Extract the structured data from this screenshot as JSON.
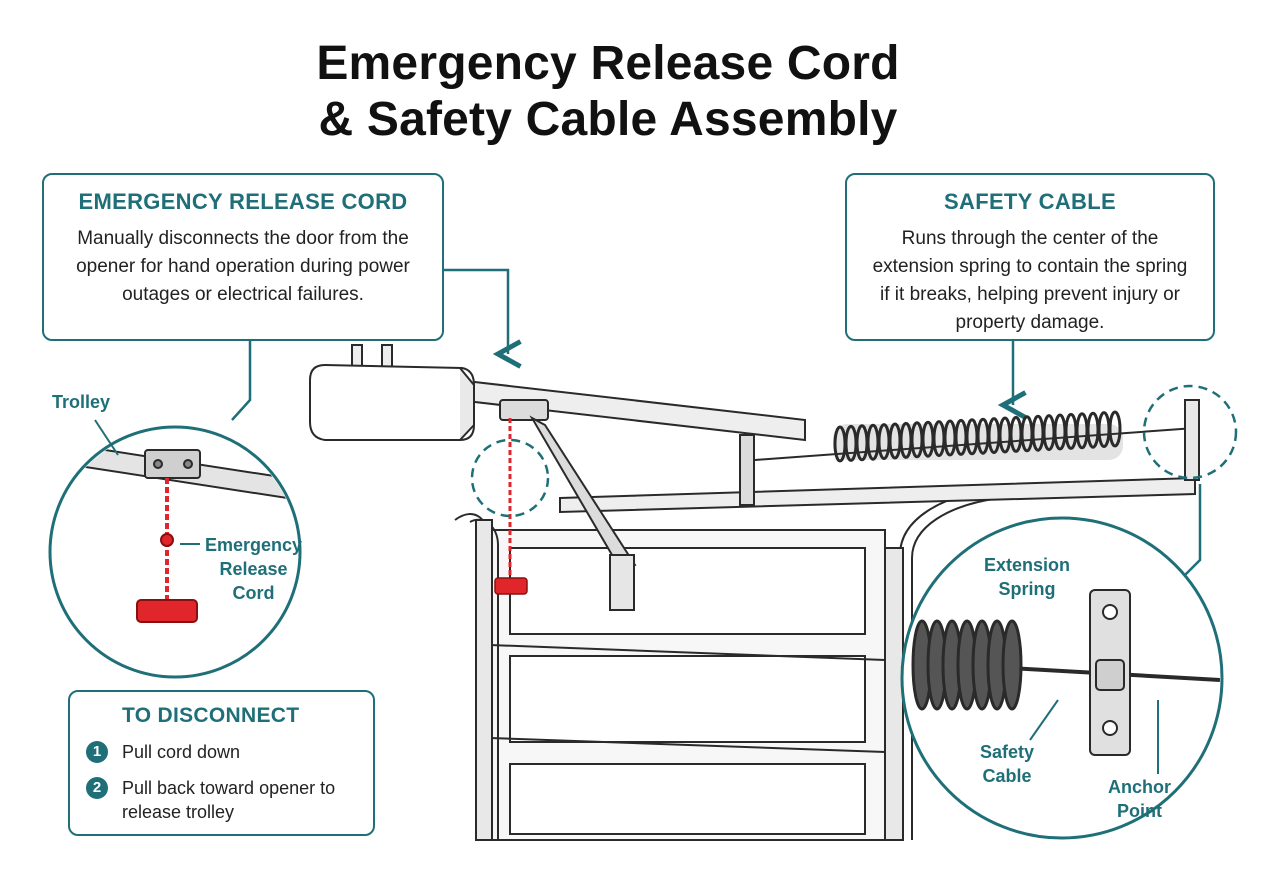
{
  "title": {
    "line1": "Emergency Release Cord",
    "line2": "& Safety Cable Assembly"
  },
  "release_callout": {
    "heading": "EMERGENCY RELEASE CORD",
    "body": "Manually disconnects the door from the opener for hand operation during power outages or electrical failures."
  },
  "cable_callout": {
    "heading": "SAFETY CABLE",
    "body": "Runs through the center of the extension spring to contain the spring if it breaks, helping prevent injury or property damage."
  },
  "disconnect": {
    "heading": "TO DISCONNECT",
    "steps": [
      {
        "num": "1",
        "text": "Pull cord down"
      },
      {
        "num": "2",
        "text": "Pull back toward opener to release trolley"
      }
    ]
  },
  "labels": {
    "trolley": "Trolley",
    "emergency_release_cord_l1": "Emergency",
    "emergency_release_cord_l2": "Release",
    "emergency_release_cord_l3": "Cord",
    "extension_spring_l1": "Extension",
    "extension_spring_l2": "Spring",
    "safety_cable_l1": "Safety",
    "safety_cable_l2": "Cable",
    "anchor_point_l1": "Anchor",
    "anchor_point_l2": "Point"
  },
  "colors": {
    "accent": "#1f6f78",
    "release_handle": "#e0262b",
    "line_art": "#2a2a2a"
  }
}
